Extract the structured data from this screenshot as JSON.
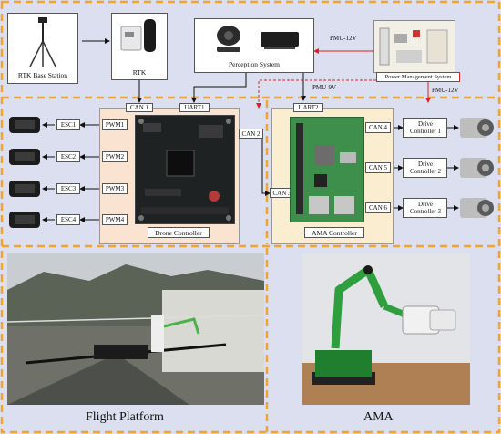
{
  "top": {
    "rtk_base_station": "RTK Base Station",
    "rtk": "RTK",
    "perception_system": "Perception System",
    "power_management_system": "Power Management System",
    "pmu_12v_a": "PMU-12V",
    "pmu_9v": "PMU-9V",
    "pmu_12v_b": "PMU-12V"
  },
  "drone": {
    "title": "Drone Controller",
    "can1": "CAN 1",
    "uart1": "UART1",
    "can2": "CAN 2",
    "pwm": [
      "PWM1",
      "PWM2",
      "PWM3",
      "PWM4"
    ],
    "esc": [
      "ESC1",
      "ESC2",
      "ESC3",
      "ESC4"
    ]
  },
  "ama": {
    "title": "AMA Controller",
    "uart2": "UART2",
    "can3": "CAN 3",
    "can4": "CAN 4",
    "can5": "CAN 5",
    "can6": "CAN 6",
    "drive": [
      "Drive Controller 1",
      "Drive Controller 2",
      "Drive Controller 3"
    ]
  },
  "bottom": {
    "flight_platform": "Flight Platform",
    "ama_label": "AMA"
  },
  "colors": {
    "background": "#dcdff0",
    "dashed_orange": "#f0a531",
    "drone_fill": "#fbe3d2",
    "ama_fill": "#fbeed0",
    "red_arrow": "#e02020"
  }
}
